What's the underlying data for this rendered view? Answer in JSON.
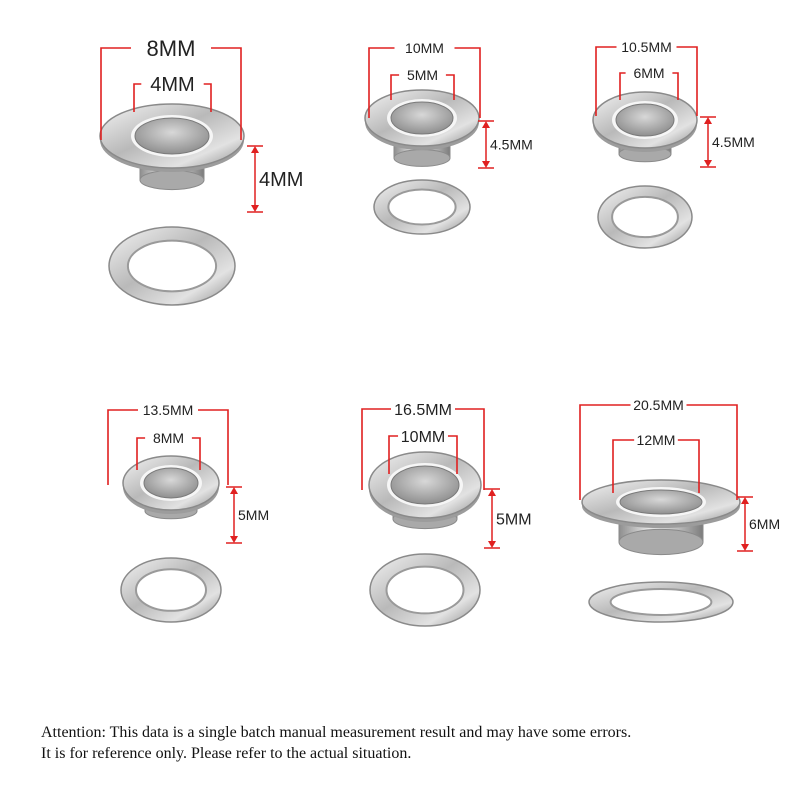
{
  "accent_color": "#e02020",
  "eyelets": [
    {
      "outer": "8MM",
      "inner": "4MM",
      "height": "4MM"
    },
    {
      "outer": "10MM",
      "inner": "5MM",
      "height": "4.5MM"
    },
    {
      "outer": "10.5MM",
      "inner": "6MM",
      "height": "4.5MM"
    },
    {
      "outer": "13.5MM",
      "inner": "8MM",
      "height": "5MM"
    },
    {
      "outer": "16.5MM",
      "inner": "10MM",
      "height": "5MM"
    },
    {
      "outer": "20.5MM",
      "inner": "12MM",
      "height": "6MM"
    }
  ],
  "note": {
    "line1": "Attention: This data is a single batch manual measurement result and may have some errors.",
    "line2": "It is for reference only. Please refer to the actual situation."
  }
}
